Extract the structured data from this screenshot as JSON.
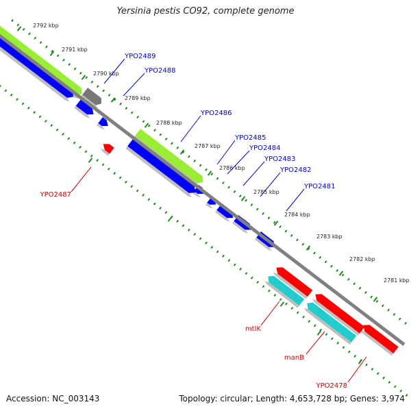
{
  "title": "Yersinia pestis CO92, complete genome",
  "footer": {
    "accession": "Accession: NC_003143",
    "summary": "Topology: circular; Length: 4,653,728 bp; Genes: 3,974"
  },
  "colors": {
    "backbone": "#808080",
    "scale": "#1a8a1a",
    "forward_gene": "#0000ff",
    "reverse_gene": "#ff0000",
    "orf": "#99ee33",
    "rna": "#22cccc",
    "pseudo": "#777777",
    "blue_label": "#0000cc",
    "red_label": "#cc0000"
  },
  "ticks": [
    {
      "label": "2792 kbp"
    },
    {
      "label": "2791 kbp"
    },
    {
      "label": "2790 kbp"
    },
    {
      "label": "2789 kbp"
    },
    {
      "label": "2788 kbp"
    },
    {
      "label": "2787 kbp"
    },
    {
      "label": "2786 kbp"
    },
    {
      "label": "2785 kbp"
    },
    {
      "label": "2784 kbp"
    },
    {
      "label": "2783 kbp"
    },
    {
      "label": "2782 kbp"
    },
    {
      "label": "2781 kbp"
    }
  ],
  "genes": [
    {
      "name": "YPO2489",
      "strand": "forward"
    },
    {
      "name": "YPO2488",
      "strand": "forward"
    },
    {
      "name": "YPO2486",
      "strand": "forward"
    },
    {
      "name": "YPO2485",
      "strand": "forward"
    },
    {
      "name": "YPO2484",
      "strand": "forward"
    },
    {
      "name": "YPO2483",
      "strand": "forward"
    },
    {
      "name": "YPO2482",
      "strand": "forward"
    },
    {
      "name": "YPO2481",
      "strand": "forward"
    },
    {
      "name": "YPO2487",
      "strand": "reverse"
    },
    {
      "name": "mtlK",
      "strand": "reverse"
    },
    {
      "name": "manB",
      "strand": "reverse"
    },
    {
      "name": "YPO2478",
      "strand": "reverse"
    }
  ]
}
